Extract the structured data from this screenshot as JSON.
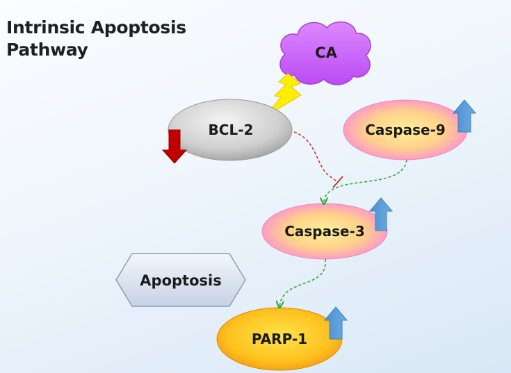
{
  "title_line1": "Intrinsic Apoptosis",
  "title_line2": "Pathway",
  "nodes": {
    "ca": "CA",
    "bcl2": "BCL-2",
    "caspase9": "Caspase-9",
    "caspase3": "Caspase-3",
    "parp1": "PARP-1",
    "outcome": "Apoptosis"
  },
  "regulation": {
    "bcl2": "down",
    "caspase9": "up",
    "caspase3": "up",
    "parp1": "up"
  },
  "colors": {
    "up_arrow": "#5b9bd5",
    "down_arrow": "#c00000",
    "inhibition_line": "#c0392b",
    "activation_line": "#2eaa3a",
    "cloud": "#cc66ff",
    "bolt": "#ffee00",
    "caspase_center": "#fff09a",
    "caspase_edge": "#ff8fd0",
    "parp_center": "#ffe34a",
    "parp_edge": "#f39c12",
    "bcl2_center": "#f4f4f4",
    "bcl2_edge": "#a8a8a8"
  }
}
